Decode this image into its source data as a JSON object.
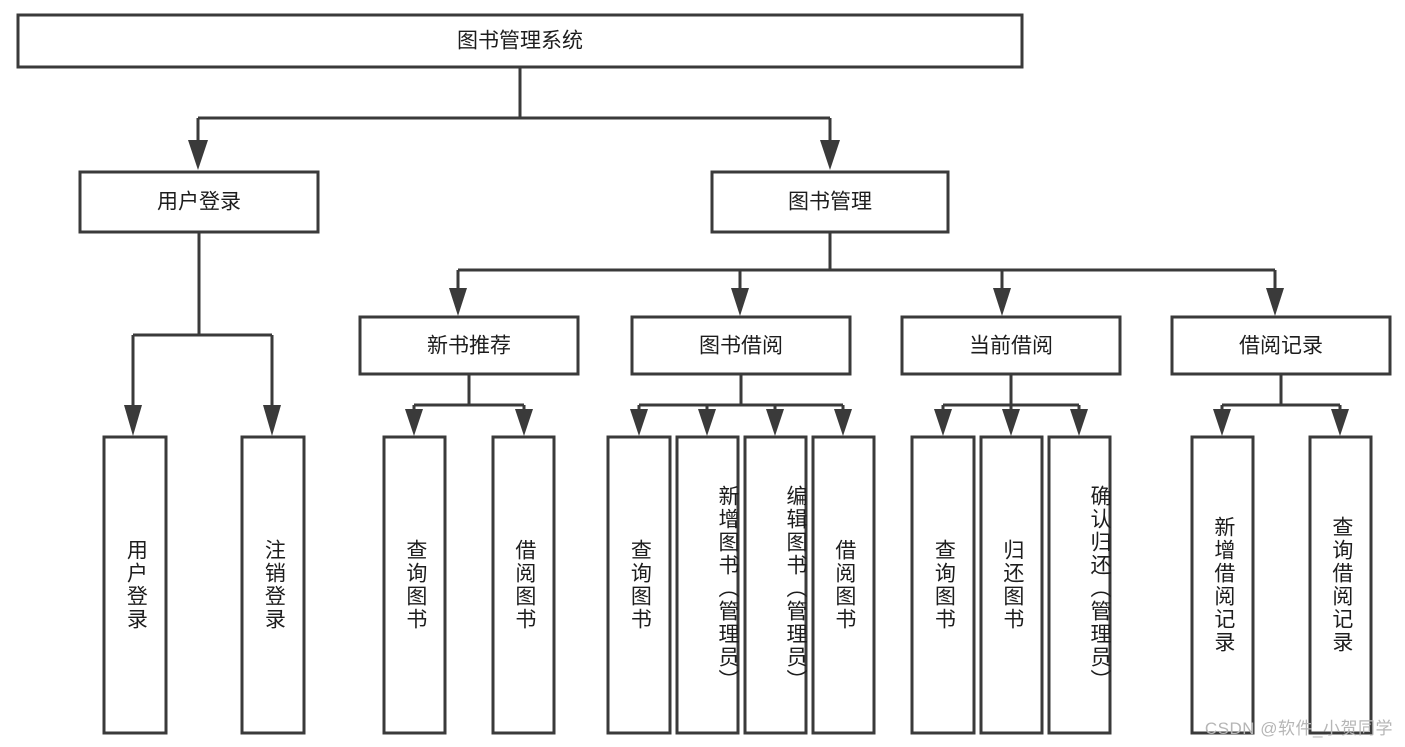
{
  "diagram": {
    "type": "tree",
    "title": "图书管理系统",
    "orientation": "top-down",
    "colors": {
      "box_stroke": "#3a3a3a",
      "box_fill": "#ffffff",
      "connector": "#3a3a3a",
      "text": "#1d1d1d",
      "watermark": "#b6b6b6",
      "background": "#ffffff"
    },
    "root": {
      "label": "图书管理系统"
    },
    "level2": [
      {
        "label": "用户登录"
      },
      {
        "label": "图书管理"
      }
    ],
    "level3": [
      {
        "label": "新书推荐"
      },
      {
        "label": "图书借阅"
      },
      {
        "label": "当前借阅"
      },
      {
        "label": "借阅记录"
      }
    ],
    "leaves": {
      "user_login": [
        {
          "label": "用户登录"
        },
        {
          "label": "注销登录"
        }
      ],
      "new_book_recommend": [
        {
          "label": "查询图书"
        },
        {
          "label": "借阅图书"
        }
      ],
      "book_borrow": [
        {
          "label": "查询图书"
        },
        {
          "label": "新增图书（管理员）"
        },
        {
          "label": "编辑图书（管理员）"
        },
        {
          "label": "借阅图书"
        }
      ],
      "current_borrow": [
        {
          "label": "查询图书"
        },
        {
          "label": "归还图书"
        },
        {
          "label": "确认归还（管理员）"
        }
      ],
      "borrow_record": [
        {
          "label": "新增借阅记录"
        },
        {
          "label": "查询借阅记录"
        }
      ]
    },
    "watermark": "CSDN @软件_小贺同学"
  }
}
